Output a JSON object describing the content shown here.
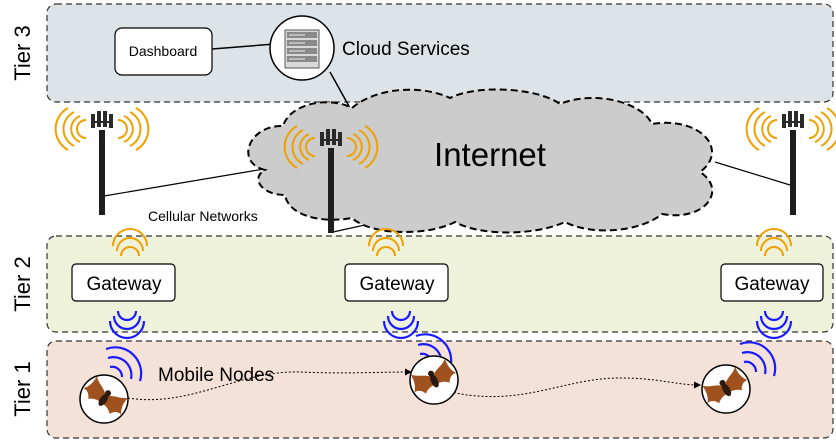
{
  "tiers": [
    {
      "label": "Tier 3",
      "fill": "#dde3e6"
    },
    {
      "label": "Tier 2",
      "fill": "#eef2da"
    },
    {
      "label": "Tier 1",
      "fill": "#f4e2d8"
    }
  ],
  "tier3": {
    "dashboard": "Dashboard",
    "cloud_services": "Cloud Services"
  },
  "internet": {
    "label": "Internet",
    "fill": "#cccccc"
  },
  "cellular": {
    "label": "Cellular Networks"
  },
  "gateways": [
    "Gateway",
    "Gateway",
    "Gateway"
  ],
  "mobile_nodes": {
    "label": "Mobile Nodes"
  },
  "colors": {
    "cell_signal": "#f0a000",
    "node_signal": "#1a1aff",
    "bat": "#a0521e"
  }
}
